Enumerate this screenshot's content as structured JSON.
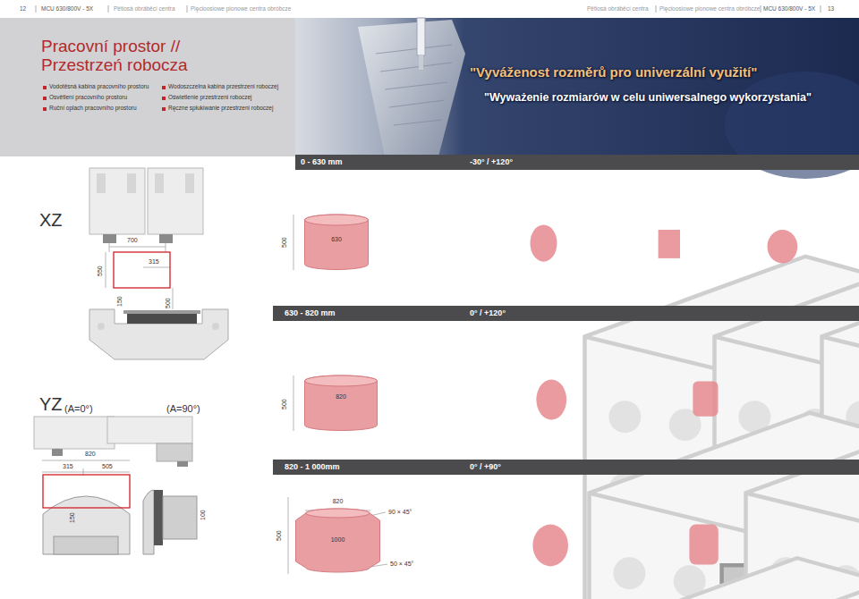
{
  "diagram": {
    "title": "Pracovní prostor // Przestrzeń robocza",
    "nodes": [
      {
        "text": [
          "0 - 630 mm",
          "-30° / +120°"
        ]
      },
      {
        "text": [
          "630"
        ]
      },
      {
        "text": [
          "630 - 820 mm",
          "0° / +120°"
        ]
      },
      {
        "text": [
          "820"
        ]
      },
      {
        "text": [
          "820 - 1 000mm",
          "0° / +90°"
        ]
      },
      {
        "text": [
          "820",
          "1000"
        ]
      }
    ],
    "labels": [
      "12",
      "MCU 630/800V - 5X",
      "Pětiosá obráběcí centra",
      "Pięcioosiowe pionowe centra obróbcze",
      "Pětiosá obráběcí centra",
      "Pięcioosiowe pionowe centra obróbcze",
      "MCU 630/800V - 5X",
      "13",
      "Vodotěsná kabina pracovního prostoru",
      "Osvětlení pracovního prostoru",
      "Ruční oplach pracovního prostoru",
      "Wodoszczelna kabina przestrzeni roboczej",
      "Oświetlenie przestrzeni roboczej",
      "Ręczne spłukiwanie przestrzeni roboczej",
      "\"Vyváženost rozměrů pro univerzální využití\"",
      "\"Wyważenie rozmiarów w celu uniwersalnego wykorzystania\"",
      "XZ",
      "700",
      "550",
      "315",
      "150",
      "500",
      "500",
      "YZ",
      "(A=0°)",
      "(A=90°)",
      "820",
      "315",
      "505",
      "150",
      "100",
      "500",
      "90 × 45°",
      "50 × 45°",
      "500"
    ]
  }
}
